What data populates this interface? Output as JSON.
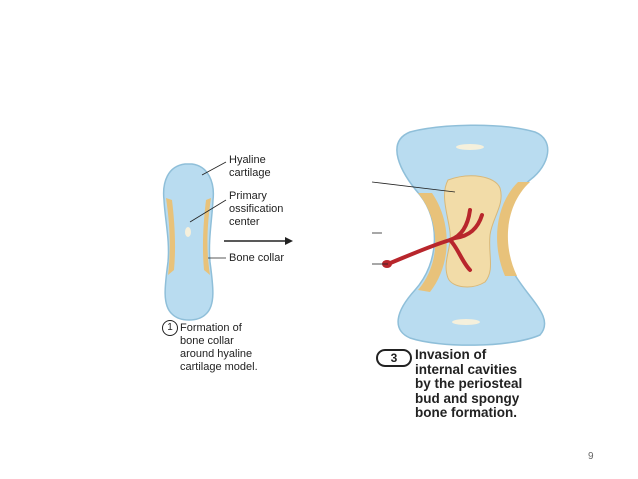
{
  "labels": {
    "hyaline_cartilage": "Hyaline\ncartilage",
    "primary_ossification_center": "Primary\nossification\ncenter",
    "bone_collar": "Bone collar"
  },
  "step1": {
    "number": "1",
    "caption": "Formation of\nbone collar\naround hyaline\ncartilage model."
  },
  "step3": {
    "number": "3",
    "caption": "Invasion of\ninternal cavities\nby the periosteal\nbud and spongy\nbone formation."
  },
  "page_number": "9",
  "colors": {
    "cartilage": "#b9dcf0",
    "cartilage_edge": "#8fbfd9",
    "bone_collar": "#e8c27a",
    "spongy_bone": "#f2dca8",
    "vessel": "#b8262c"
  }
}
